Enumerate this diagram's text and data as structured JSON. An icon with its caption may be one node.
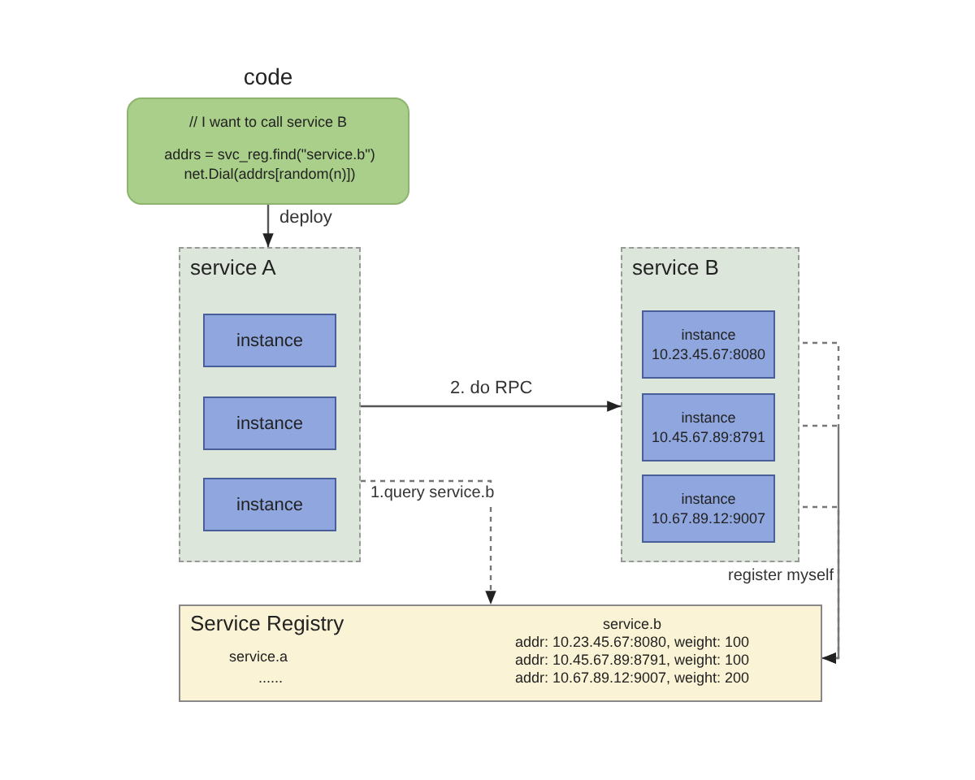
{
  "diagram": {
    "nodes": [
      {
        "text": [
          "code",
          "// I want to call service B",
          "addrs = svc_reg.find(\"service.b\") net.Dial(addrs[random(n)])"
        ]
      },
      {
        "text": [
          "service A"
        ]
      },
      {
        "text": [
          "instance"
        ],
        "in": 1
      },
      {
        "text": [
          "instance"
        ],
        "in": 1
      },
      {
        "text": [
          "instance"
        ],
        "in": 1
      },
      {
        "text": [
          "service B"
        ]
      },
      {
        "text": [
          "instance 10.23.45.67:8080"
        ],
        "in": 5
      },
      {
        "text": [
          "instance 10.45.67.89:8791"
        ],
        "in": 5
      },
      {
        "text": [
          "instance 10.67.89.12:9007"
        ],
        "in": 5
      },
      {
        "text": [
          "Service Registry",
          "service.a",
          "......",
          "service.b",
          "addr: 10.23.45.67:8080, weight: 100",
          "addr: 10.45.67.89:8791, weight: 100",
          "addr: 10.67.89.12:9007, weight: 200"
        ]
      }
    ],
    "edges": [
      {
        "from": 0,
        "to": 1,
        "arrow": "to",
        "label": "deploy"
      },
      {
        "from": 1,
        "to": 5,
        "arrow": "to",
        "label": "2. do RPC"
      },
      {
        "from": 1,
        "to": 9,
        "arrow": "to",
        "label": "1.query service.b",
        "style": "dashed"
      },
      {
        "from": 6,
        "to": 9,
        "arrow": "to",
        "style": "dashed"
      },
      {
        "from": 7,
        "to": 9,
        "arrow": "to",
        "style": "dashed"
      },
      {
        "from": 8,
        "to": 9,
        "arrow": "to",
        "style": "dashed",
        "label": "register myself"
      }
    ]
  }
}
